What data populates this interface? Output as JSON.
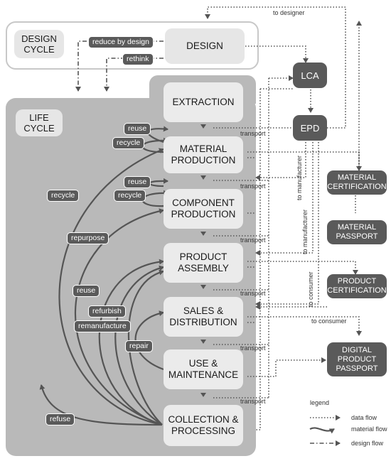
{
  "design_cycle": {
    "label": "DESIGN\nCYCLE",
    "design": "DESIGN",
    "reduce_by_design": "reduce by design",
    "rethink": "rethink"
  },
  "life_cycle": {
    "label": "LIFE\nCYCLE",
    "stages": [
      "EXTRACTION",
      "MATERIAL\nPRODUCTION",
      "COMPONENT\nPRODUCTION",
      "PRODUCT\nASSEMBLY",
      "SALES &\nDISTRIBUTION",
      "USE &\nMAINTENANCE",
      "COLLECTION &\nPROCESSING"
    ],
    "loops": {
      "reuse": "reuse",
      "recycle": "recycle",
      "repurpose": "repurpose",
      "refurbish": "refurbish",
      "remanufacture": "remanufacture",
      "repair": "repair",
      "refuse": "refuse"
    },
    "transport": "transport"
  },
  "info": {
    "lca": "LCA",
    "epd": "EPD",
    "material_certification": "MATERIAL\nCERTIFICATION",
    "material_passport": "MATERIAL\nPASSPORT",
    "product_certification": "PRODUCT\nCERTIFICATION",
    "digital_product_passport": "DIGITAL\nPRODUCT\nPASSPORT"
  },
  "flow_labels": {
    "to_designer": "to designer",
    "to_manufacturer": "to manufacturer",
    "to_consumer": "to consumer"
  },
  "legend": {
    "title": "legend",
    "data_flow": "data flow",
    "material_flow": "material flow",
    "design_flow": "design flow"
  },
  "colors": {
    "dark": "#5a5a5a",
    "panel": "#b9b9b9",
    "box": "#ebebeb",
    "line": "#555555"
  }
}
